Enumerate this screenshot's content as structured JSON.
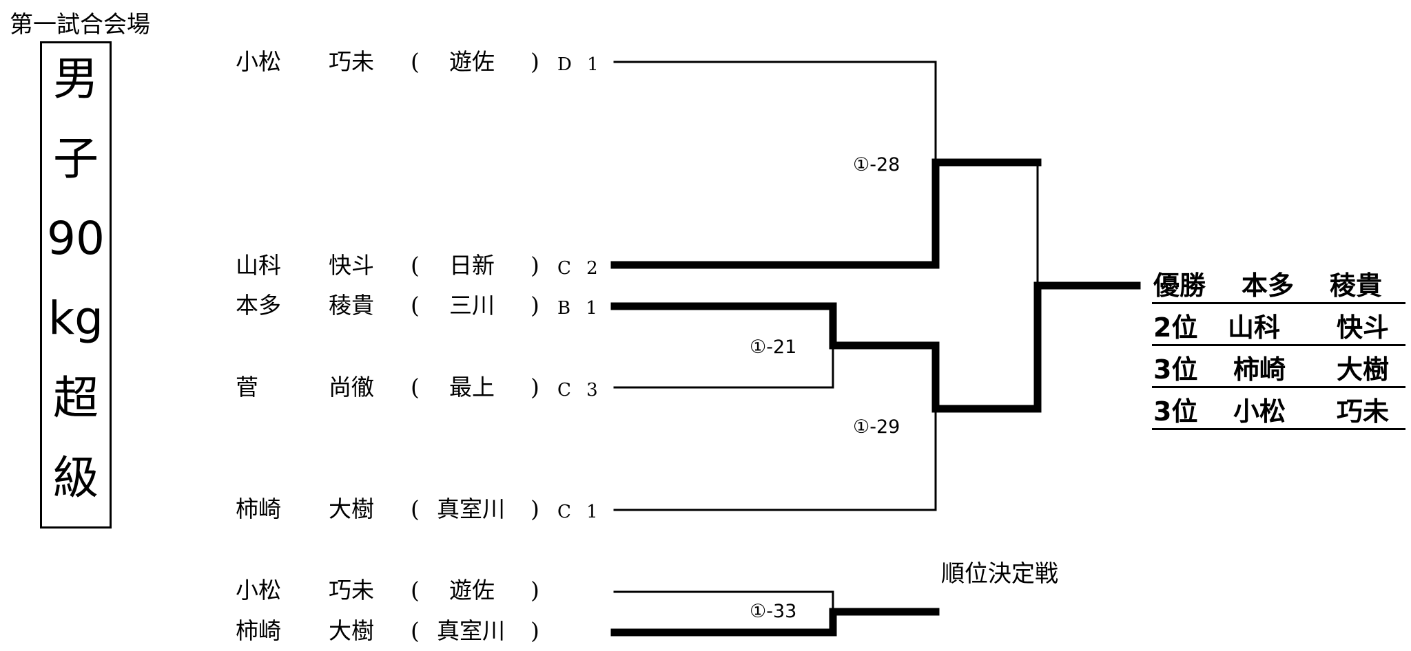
{
  "venue": "第一試合会場",
  "category_chars": [
    "男",
    "子",
    "90",
    "kg",
    "超",
    "級"
  ],
  "entries": [
    {
      "family": "小松",
      "given": "巧未",
      "open": "(",
      "team": "遊佐",
      "close": ")",
      "seed": "D 1"
    },
    {
      "family": "山科",
      "given": "快斗",
      "open": "(",
      "team": "日新",
      "close": ")",
      "seed": "C 2"
    },
    {
      "family": "本多",
      "given": "稜貴",
      "open": "(",
      "team": "三川",
      "close": ")",
      "seed": "B 1"
    },
    {
      "family": "菅",
      "given": "尚徹",
      "open": "(",
      "team": "最上",
      "close": ")",
      "seed": "C 3"
    },
    {
      "family": "柿崎",
      "given": "大樹",
      "open": "(",
      "team": "真室川",
      "close": ")",
      "seed": "C 1"
    }
  ],
  "matches": [
    {
      "id": "①-28",
      "winner": "山科 快斗"
    },
    {
      "id": "①-21",
      "winner": "本多 稜貴"
    },
    {
      "id": "①-29",
      "winner": "本多 稜貴"
    },
    {
      "id": "①-33",
      "winner": "柿崎 大樹"
    }
  ],
  "final_winner": "本多 稜貴",
  "results": [
    {
      "rank": "優勝",
      "name": "本多",
      "given": "稜貴"
    },
    {
      "rank": "2位",
      "name": "山科",
      "given": "快斗"
    },
    {
      "rank": "3位",
      "name": "柿崎",
      "given": "大樹"
    },
    {
      "rank": "3位",
      "name": "小松",
      "given": "巧未"
    }
  ],
  "ranking_match": {
    "title": "順位決定戦",
    "entries": [
      {
        "family": "小松",
        "given": "巧未",
        "open": "(",
        "team": "遊佐",
        "close": ")"
      },
      {
        "family": "柿崎",
        "given": "大樹",
        "open": "(",
        "team": "真室川",
        "close": ")"
      }
    ]
  }
}
